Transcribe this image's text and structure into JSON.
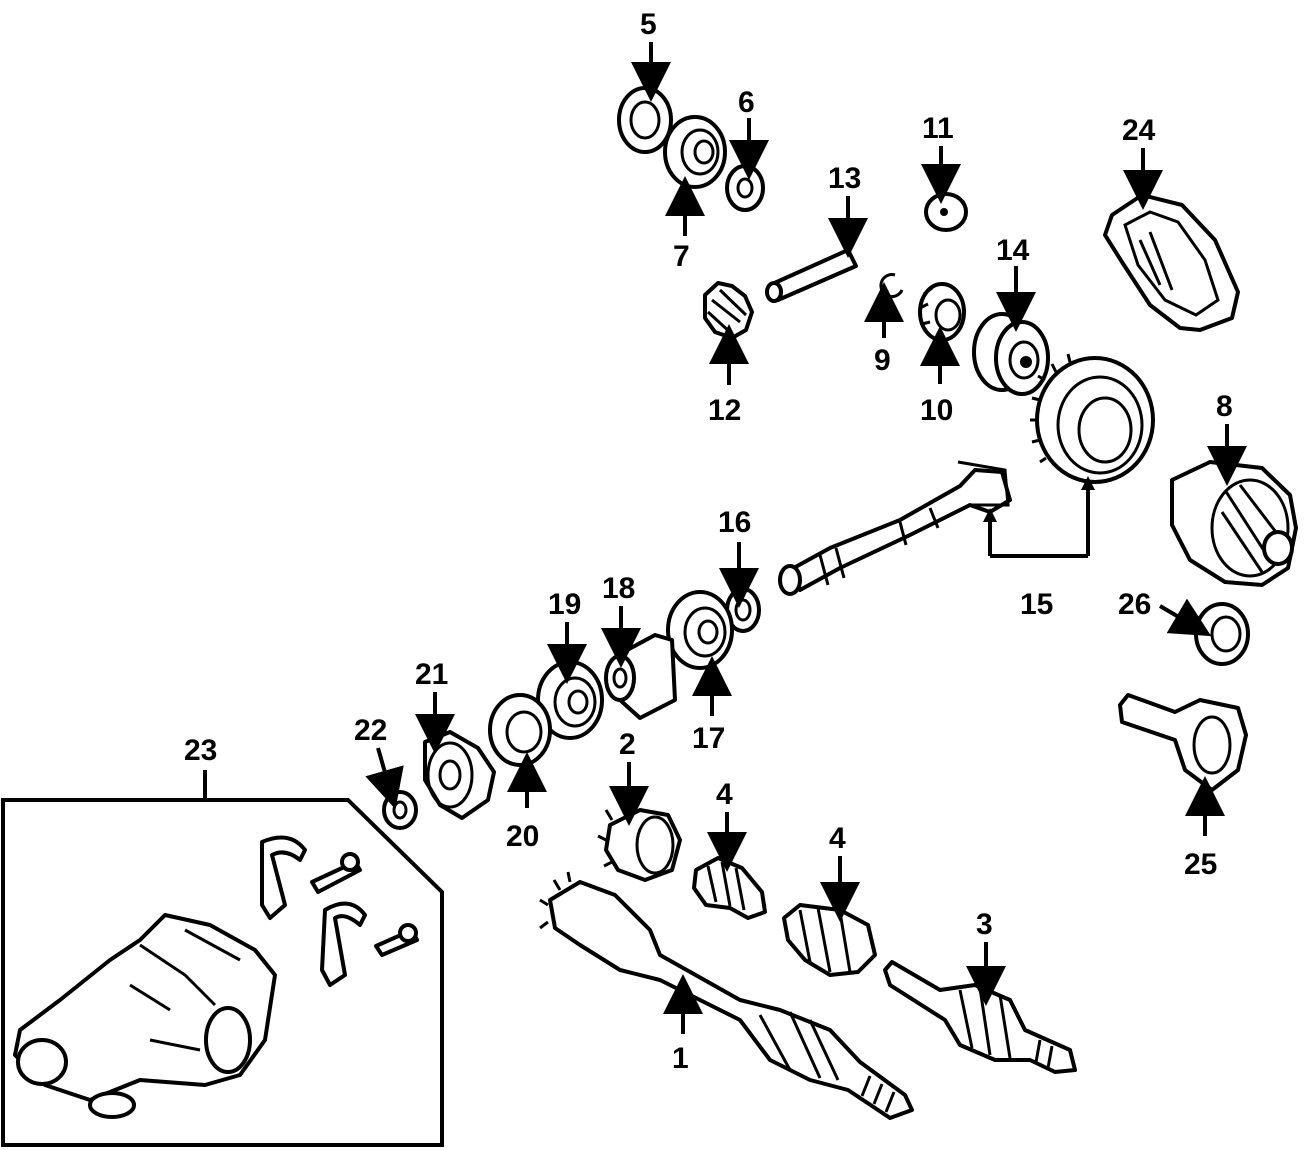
{
  "diagram": {
    "callouts": [
      {
        "id": "1",
        "label": "1"
      },
      {
        "id": "2",
        "label": "2"
      },
      {
        "id": "3",
        "label": "3"
      },
      {
        "id": "4a",
        "label": "4"
      },
      {
        "id": "4b",
        "label": "4"
      },
      {
        "id": "5",
        "label": "5"
      },
      {
        "id": "6",
        "label": "6"
      },
      {
        "id": "7",
        "label": "7"
      },
      {
        "id": "8",
        "label": "8"
      },
      {
        "id": "9",
        "label": "9"
      },
      {
        "id": "10",
        "label": "10"
      },
      {
        "id": "11",
        "label": "11"
      },
      {
        "id": "12",
        "label": "12"
      },
      {
        "id": "13",
        "label": "13"
      },
      {
        "id": "14",
        "label": "14"
      },
      {
        "id": "15",
        "label": "15"
      },
      {
        "id": "16",
        "label": "16"
      },
      {
        "id": "17",
        "label": "17"
      },
      {
        "id": "18",
        "label": "18"
      },
      {
        "id": "19",
        "label": "19"
      },
      {
        "id": "20",
        "label": "20"
      },
      {
        "id": "21",
        "label": "21"
      },
      {
        "id": "22",
        "label": "22"
      },
      {
        "id": "23",
        "label": "23"
      },
      {
        "id": "24",
        "label": "24"
      },
      {
        "id": "25",
        "label": "25"
      },
      {
        "id": "26",
        "label": "26"
      }
    ]
  }
}
